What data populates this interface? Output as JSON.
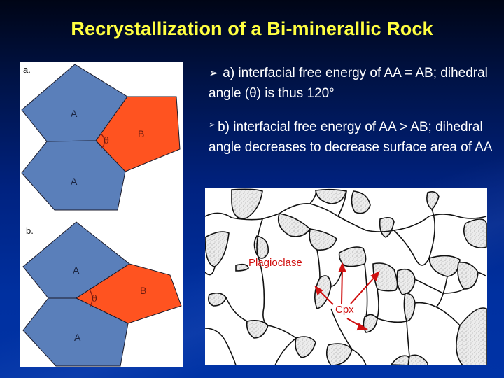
{
  "slide": {
    "title": "Recrystallization of a Bi-minerallic Rock",
    "background_top": "#000516",
    "background_bottom": "#0033a6",
    "title_color": "#ffff40"
  },
  "bullets": [
    {
      "marker": "arrow-bullet",
      "glyph": "➢",
      "text": "a) interfacial free energy of AA = AB; dihedral angle (θ) is thus 120°"
    },
    {
      "marker": "arrow-bullet",
      "glyph": "➢",
      "text": "b) interfacial free energy of AA > AB; dihedral angle decreases to decrease surface area of AA"
    }
  ],
  "diagram": {
    "colors": {
      "grain_a": "#5a7fba",
      "grain_b": "#ff5320",
      "outline": "#1a1a2a",
      "angle_mark": "#8b1a10"
    },
    "panel_a": {
      "label": "a.",
      "grain_labels": [
        "A",
        "B",
        "A"
      ],
      "angle_label": "θ"
    },
    "panel_b": {
      "label": "b.",
      "grain_labels": [
        "A",
        "B",
        "A"
      ],
      "angle_label": "θ"
    }
  },
  "micrograph": {
    "labels": {
      "plagioclase": "Plagioclase",
      "cpx": "Cpx"
    },
    "label_color": "#d01010"
  }
}
